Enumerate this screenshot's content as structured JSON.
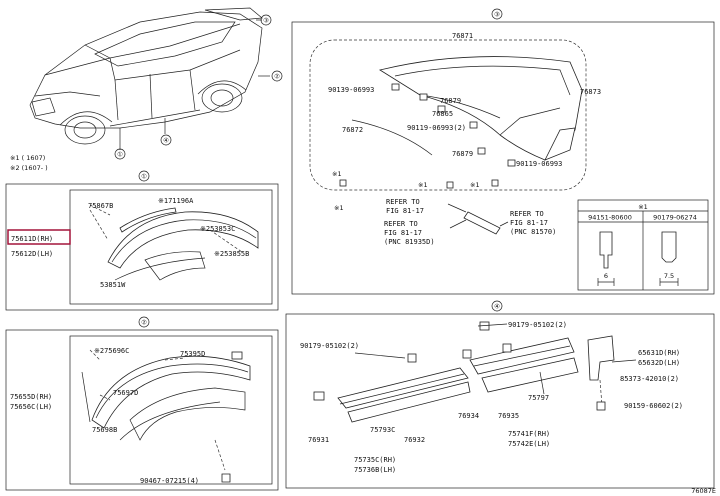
{
  "diagram_id": "76087E",
  "callouts": {
    "c1": "①",
    "c2": "②",
    "c3": "③",
    "c4": "④"
  },
  "note_lines": [
    "※1 (        1607)",
    "※2 (1607-     )"
  ],
  "section1": {
    "main_part": "75611D(RH)",
    "main_part_lh": "75612D(LH)",
    "parts": [
      "75867B",
      "※171196A",
      "※253853C",
      "※253855B",
      "53851W"
    ]
  },
  "section2": {
    "parts": [
      "※275696C",
      "75395D",
      "75697D",
      "75698B",
      "75655D(RH)",
      "75656C(LH)",
      "90467-07215(4)"
    ]
  },
  "section3": {
    "parts": [
      "76871",
      "90139-06993",
      "76879",
      "76865",
      "76873",
      "76872",
      "90119-06993(2)",
      "76879",
      "90119-06993"
    ],
    "star_marks": [
      "※1",
      "※1",
      "※1",
      "※1"
    ],
    "refs": [
      {
        "lines": [
          "REFER TO",
          "FIG 81-17"
        ]
      },
      {
        "lines": [
          "REFER TO",
          "FIG 81-17",
          "(PNC 81935D)"
        ]
      },
      {
        "lines": [
          "REFER TO",
          "FIG 81-17",
          "(PNC 81570)"
        ]
      }
    ],
    "table": {
      "title": "※1",
      "cols": [
        "94151-80600",
        "90179-06274"
      ],
      "dims": [
        "6",
        "7.5"
      ]
    }
  },
  "section4": {
    "parts": [
      "90179-05102(2)",
      "90179-05102(2)",
      "65631D(RH)",
      "65632D(LH)",
      "85373-42010(2)",
      "90159-60602(2)",
      "76934",
      "76935",
      "75797",
      "75741F(RH)",
      "75742E(LH)",
      "76931",
      "75793C",
      "76932",
      "75735C(RH)",
      "75736B(LH)"
    ]
  }
}
